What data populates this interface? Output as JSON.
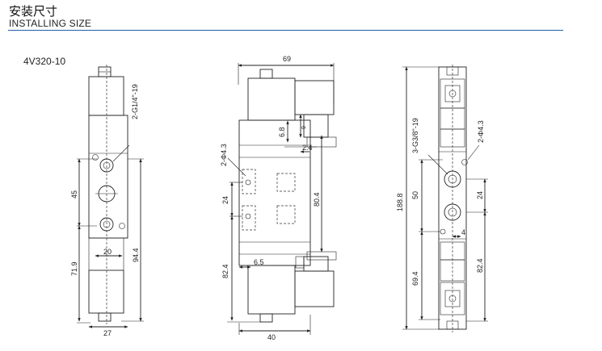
{
  "header": {
    "title_zh": "安装尺寸",
    "title_en": "INSTALLING SIZE",
    "rule_color": "#1f5fa8"
  },
  "model": "4V320-10",
  "left_view": {
    "port_label": "2-G1/4\"-19",
    "dim_45": "45",
    "dim_20": "20",
    "dim_94_4": "94.4",
    "dim_71_9": "71.9",
    "dim_27": "27"
  },
  "middle_view": {
    "dim_69": "69",
    "dim_6_8": "6.8",
    "dim_9": "9",
    "dim_2_4": "2.4",
    "hole_label": "2-Φ4.3",
    "dim_24": "24",
    "dim_80_4": "80.4",
    "dim_82_4": "82.4",
    "dim_6_5": "6.5",
    "dim_40": "40"
  },
  "right_view": {
    "dim_188_8": "188.8",
    "port_label": "3-G3/8\"-19",
    "hole_label": "2-Φ4.3",
    "dim_50": "50",
    "dim_24": "24",
    "dim_4": "4",
    "dim_69_4": "69.4",
    "dim_82_4": "82.4"
  }
}
